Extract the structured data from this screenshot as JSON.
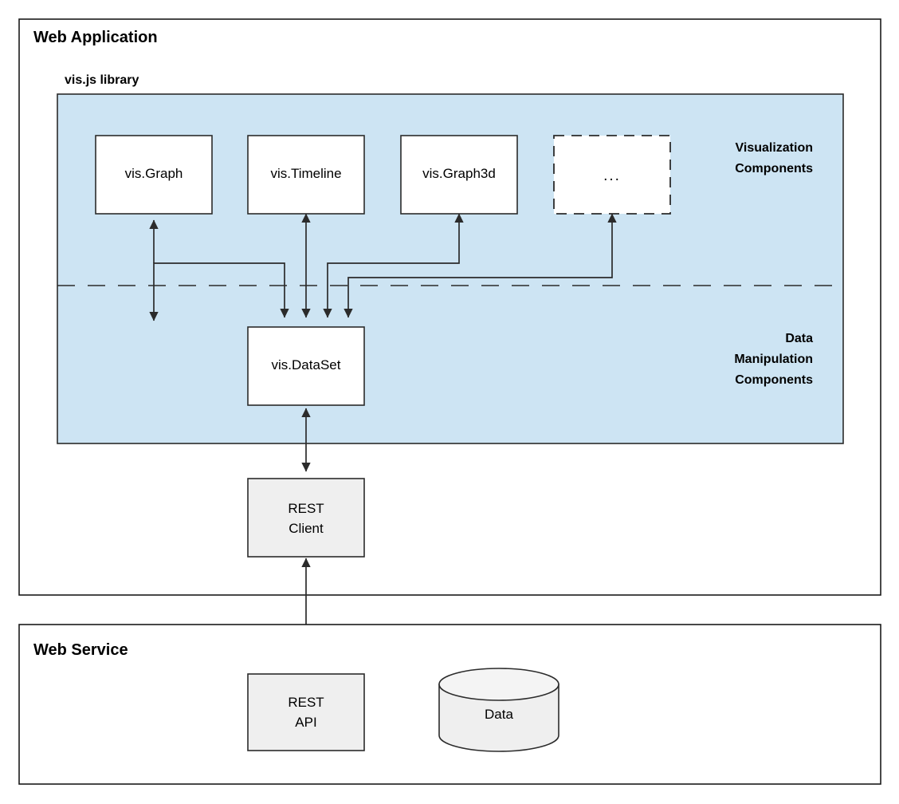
{
  "frames": {
    "web_application": {
      "title": "Web Application"
    },
    "web_service": {
      "title": "Web Service"
    }
  },
  "library": {
    "title": "vis.js library",
    "zones": {
      "visualization": {
        "line1": "Visualization",
        "line2": "Components"
      },
      "data_manipulation": {
        "line1": "Data",
        "line2": "Manipulation",
        "line3": "Components"
      }
    }
  },
  "nodes": {
    "vis_graph": {
      "label": "vis.Graph"
    },
    "vis_timeline": {
      "label": "vis.Timeline"
    },
    "vis_graph3d": {
      "label": "vis.Graph3d"
    },
    "more": {
      "label": "..."
    },
    "vis_dataset": {
      "label": "vis.DataSet"
    },
    "rest_client": {
      "line1": "REST",
      "line2": "Client"
    },
    "rest_api": {
      "line1": "REST",
      "line2": "API"
    },
    "data_store": {
      "label": "Data"
    }
  },
  "colors": {
    "library_panel": "#cde4f3",
    "node_fill": "#ffffff",
    "gray_fill": "#efefef",
    "stroke": "#2b2b2b",
    "frame_stroke": "#1a1a1a"
  }
}
